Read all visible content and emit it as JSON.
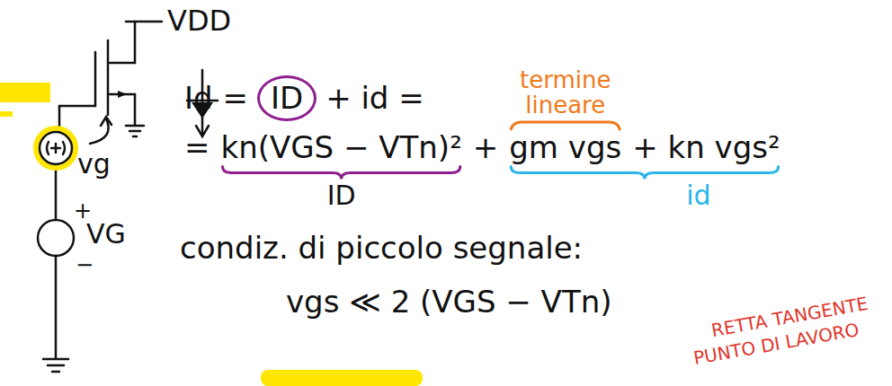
{
  "diagram": {
    "nodes": [
      {
        "text": [
          "ID"
        ]
      }
    ],
    "labels": [
      "VDD",
      "vg",
      "+",
      "VG",
      "−",
      "Id =",
      "+ id =",
      "=",
      "kn(VGS − VTn)²",
      "+",
      "gm vgs",
      "+ kn vgs²",
      "termine lineare",
      "ID",
      "id",
      "condiz. di piccolo segnale:",
      "vgs ≪ 2 (VGS − VTn)",
      "RETTA TANGENTE",
      "PUNTO DI LAVORO"
    ]
  }
}
